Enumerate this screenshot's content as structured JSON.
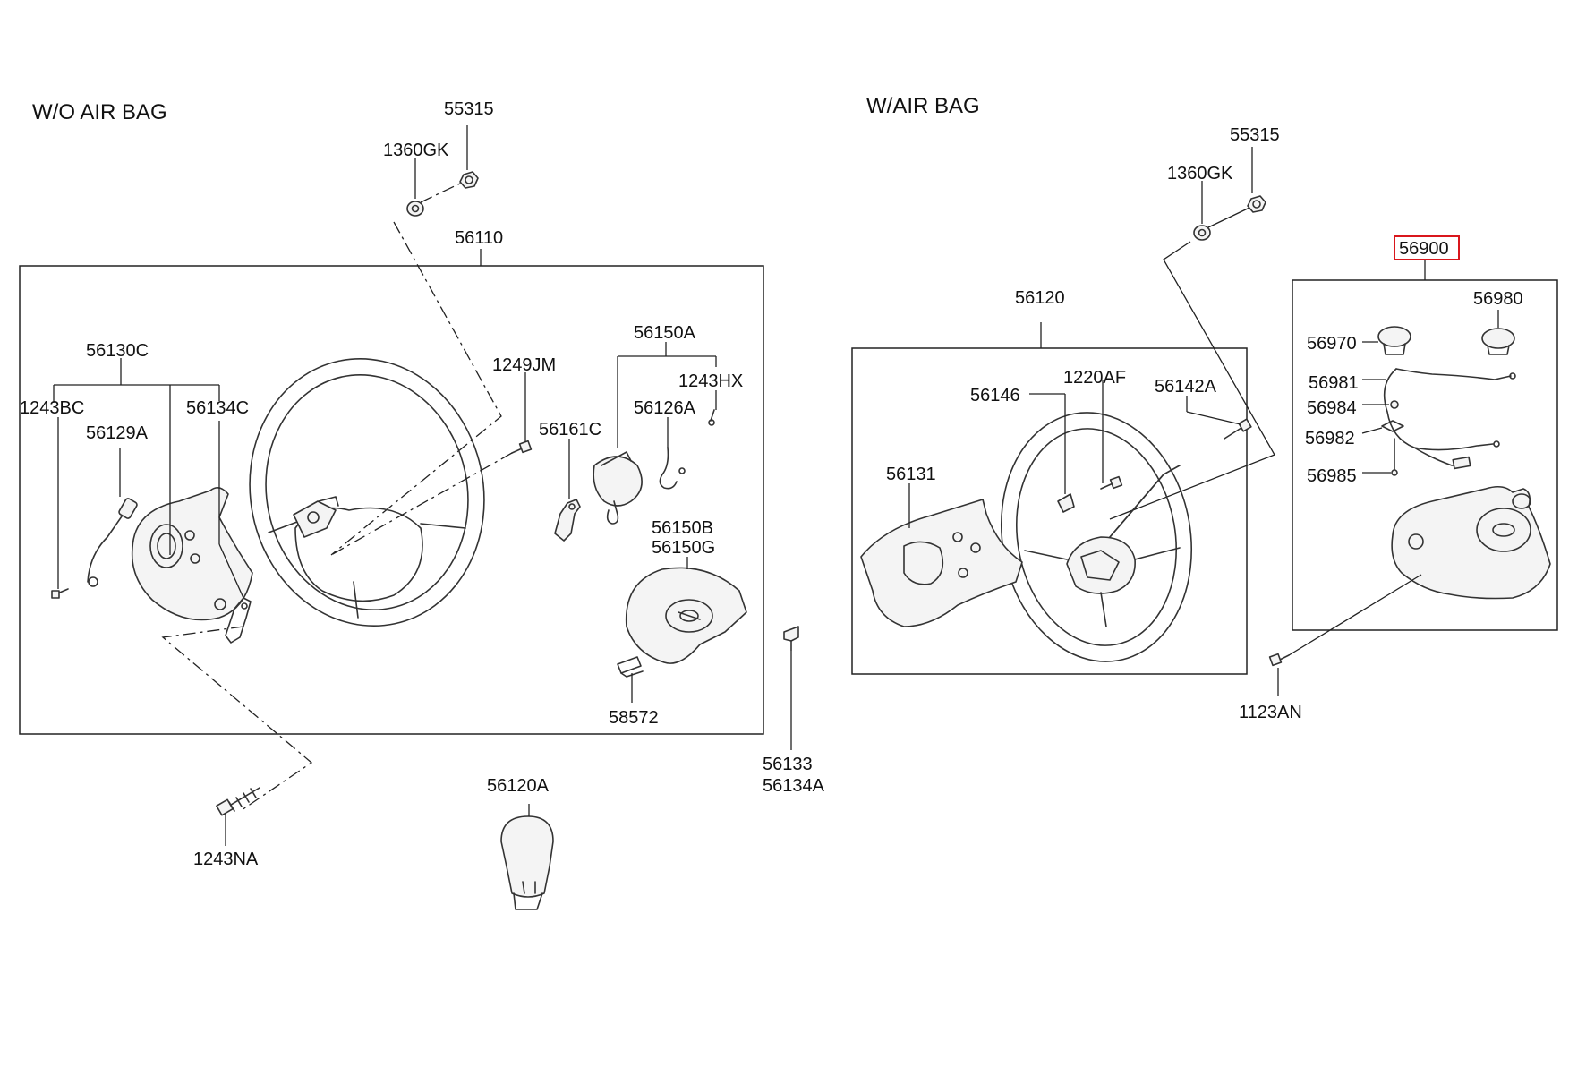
{
  "sections": {
    "left_title": "W/O AIR BAG",
    "right_title": "W/AIR BAG"
  },
  "highlight_color": "#d9161c",
  "labels": {
    "l_55315": "55315",
    "l_1360GK": "1360GK",
    "l_56110": "56110",
    "l_56130C": "56130C",
    "l_1243BC": "1243BC",
    "l_56129A": "56129A",
    "l_56134C": "56134C",
    "l_1249JM": "1249JM",
    "l_56150A": "56150A",
    "l_1243HX": "1243HX",
    "l_56126A": "56126A",
    "l_56161C": "56161C",
    "l_56150B": "56150B",
    "l_56150G": "56150G",
    "l_58572": "58572",
    "l_56133": "56133",
    "l_56134A": "56134A",
    "l_56120A": "56120A",
    "l_1243NA": "1243NA",
    "r_55315": "55315",
    "r_1360GK": "1360GK",
    "r_56120": "56120",
    "r_56146": "56146",
    "r_1220AF": "1220AF",
    "r_56142A": "56142A",
    "r_56131": "56131",
    "r_56900": "56900",
    "r_56980": "56980",
    "r_56970": "56970",
    "r_56981": "56981",
    "r_56984": "56984",
    "r_56982": "56982",
    "r_56985": "56985",
    "r_1123AN": "1123AN"
  }
}
